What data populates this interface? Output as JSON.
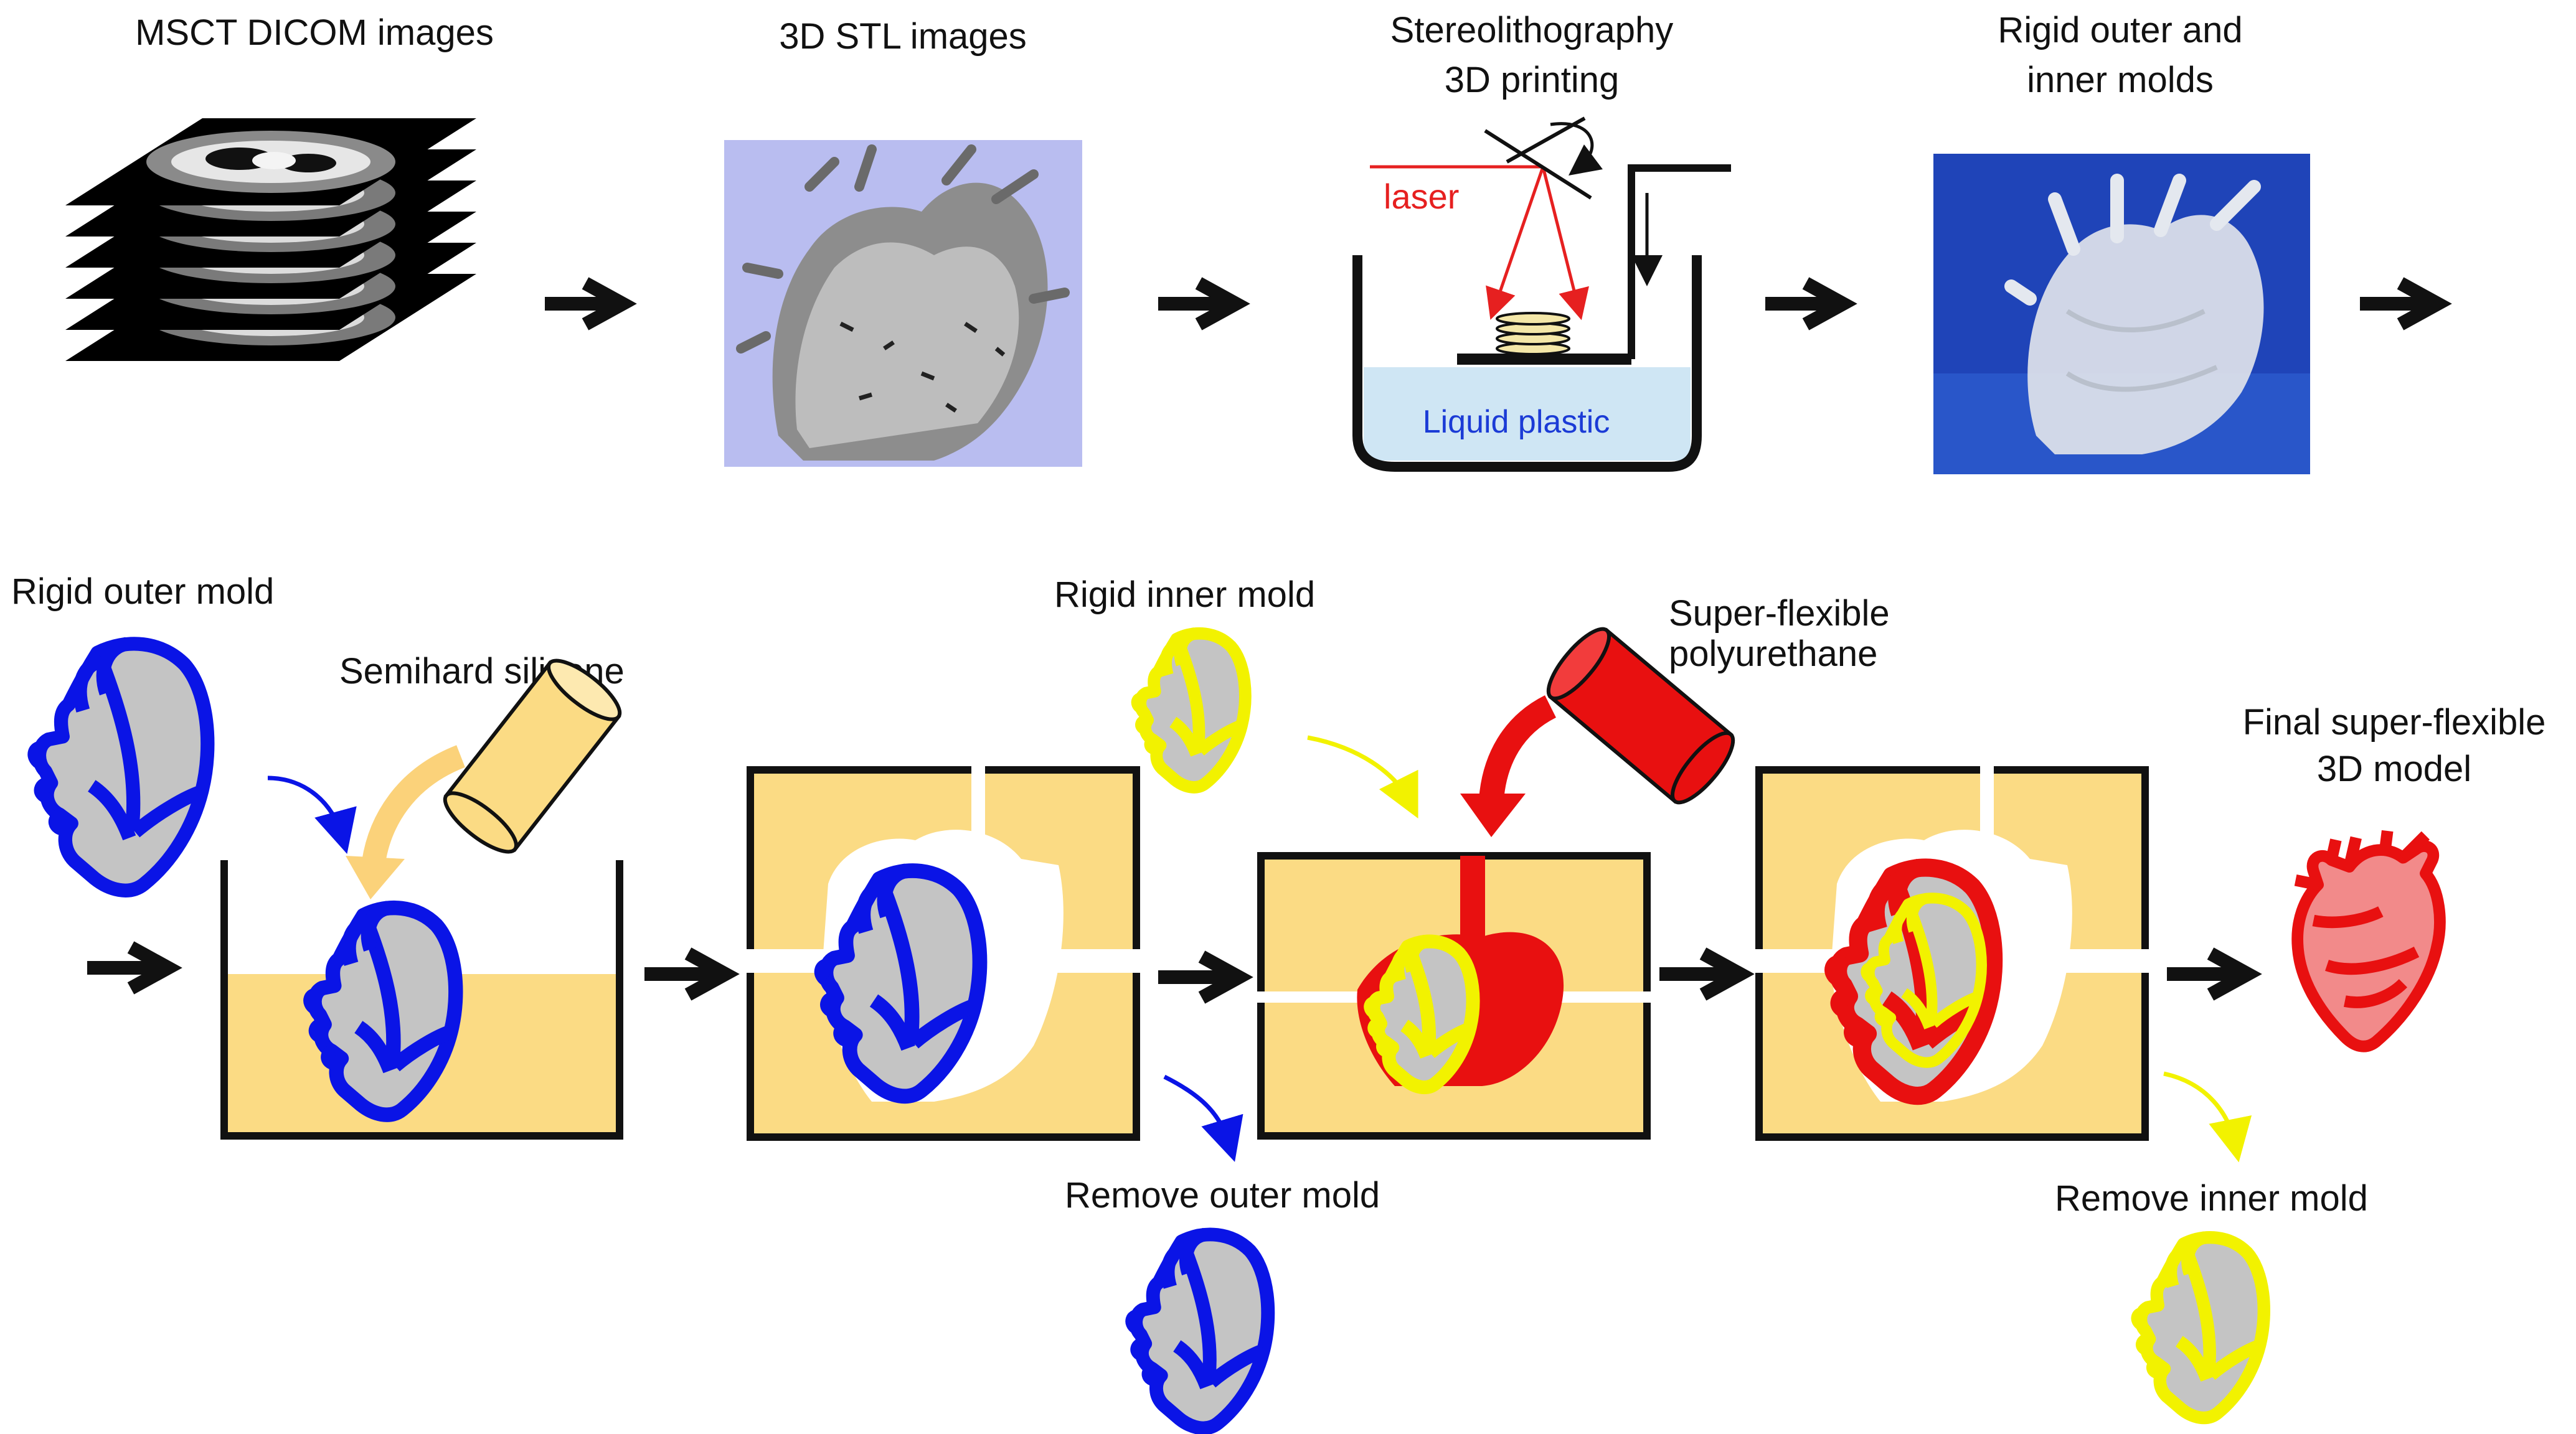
{
  "colors": {
    "outer_mold": "#0a14e6",
    "inner_mold": "#f2f200",
    "polyurethane": "#e81010",
    "silicone": "#fbdb84",
    "heart_gray": "#c4c4c4",
    "liquid": "#bfe0f2",
    "stl_bg": "#b9bdf0",
    "photo_bg": "#1f44b8",
    "laser": "#e62020",
    "liquid_text": "#1b3bd6",
    "final_fill": "#f28a8a"
  },
  "top_row": {
    "steps": [
      {
        "label_lines": [
          "MSCT DICOM images"
        ],
        "icon": "ct-slices-stack"
      },
      {
        "label_lines": [
          "3D STL images"
        ],
        "icon": "stl-heart-render"
      },
      {
        "label_lines": [
          "Stereolithography",
          "3D printing"
        ],
        "icon": "sla-printer-schematic"
      },
      {
        "label_lines": [
          "Rigid outer and",
          "inner molds"
        ],
        "icon": "printed-mold-photo"
      }
    ],
    "printer": {
      "laser_label": "laser",
      "liquid_label": "Liquid plastic"
    }
  },
  "bottom_row": {
    "labels": {
      "rigid_outer_mold": "Rigid outer mold",
      "semihard_silicone": "Semihard silicone",
      "rigid_inner_mold": "Rigid inner mold",
      "super_flexible_polyurethane": [
        "Super-flexible",
        "polyurethane"
      ],
      "final_model": [
        "Final super-flexible",
        "3D model"
      ],
      "remove_outer_mold": "Remove outer mold",
      "remove_inner_mold": "Remove inner mold"
    }
  }
}
